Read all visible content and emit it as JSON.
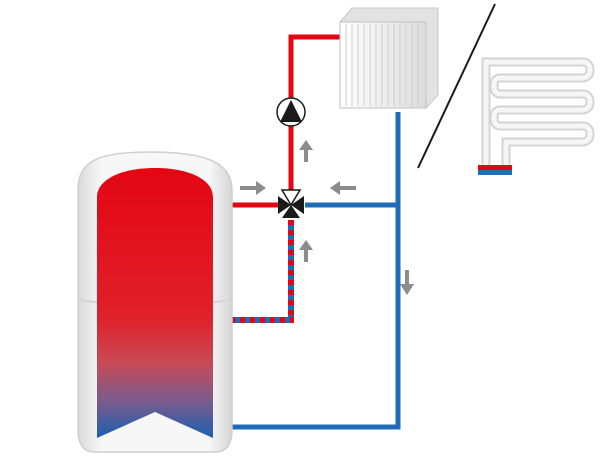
{
  "diagram": {
    "kind": "buffer-tank heating circuit with mixing valve",
    "components": [
      "storage-tank",
      "radiator",
      "underfloor-heating-coil",
      "circulation-pump",
      "three-way-mixing-valve",
      "hot-supply-pipe",
      "cold-return-pipe",
      "mixed-flow-pipe"
    ],
    "colors": {
      "hot": "#e30613",
      "cold": "#1e6bb8",
      "tank_top": "#e30613",
      "tank_bottom": "#1c5fae",
      "arrow": "#8c8c8c",
      "valve": "#1a1a1a",
      "radiator": "#f2f2f2",
      "divider": "#1a1a1a"
    },
    "flow_arrows": [
      {
        "id": "into-valve-from-tank",
        "direction": "right"
      },
      {
        "id": "into-valve-from-return",
        "direction": "left"
      },
      {
        "id": "up-to-pump",
        "direction": "up"
      },
      {
        "id": "up-from-bypass",
        "direction": "up"
      },
      {
        "id": "down-return",
        "direction": "down"
      }
    ]
  }
}
